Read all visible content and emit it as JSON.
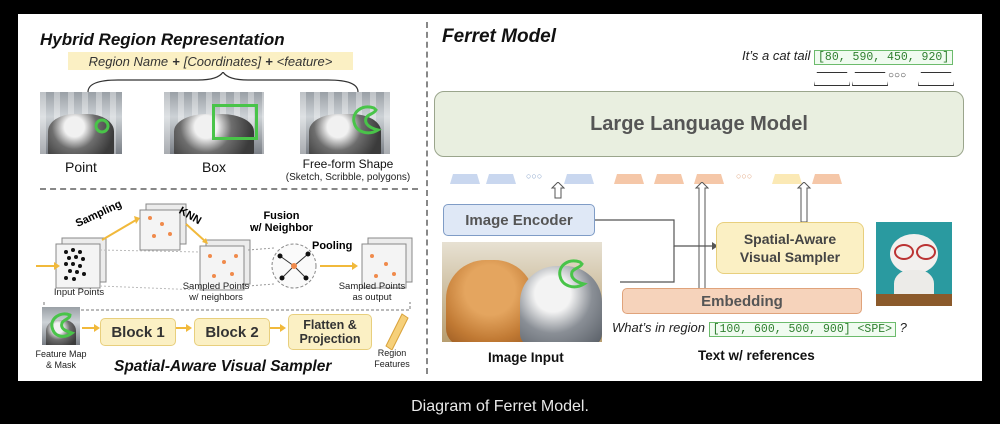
{
  "caption": "Diagram of Ferret Model.",
  "left": {
    "title": "Hybrid Region Representation",
    "formula": {
      "name": "Region Name",
      "plus1": "+",
      "coords": "[Coordinates]",
      "plus2": "+",
      "feature": "<feature>"
    },
    "examples": [
      {
        "label": "Point"
      },
      {
        "label": "Box"
      },
      {
        "label": "Free-form Shape",
        "sub": "(Sketch, Scribble, polygons)"
      }
    ],
    "sampler": {
      "title": "Spatial-Aware Visual Sampler",
      "sampling": "Sampling",
      "knn": "KNN",
      "fusion": "Fusion\nw/ Neighbor",
      "pooling": "Pooling",
      "input_points": "Input Points",
      "sampled_neighbors": "Sampled Points\nw/ neighbors",
      "sampled_output": "Sampled Points\nas output",
      "feature_map": "Feature Map\n& Mask",
      "block1": "Block 1",
      "block2": "Block 2",
      "flatten": "Flatten &\nProjection",
      "region_features": "Region\nFeatures"
    }
  },
  "right": {
    "title": "Ferret Model",
    "output_prefix": "It’s a cat tail",
    "output_coords": "[80, 590, 450, 920]",
    "llm": "Large Language Model",
    "image_encoder": "Image Encoder",
    "spatial_sampler": "Spatial-Aware\nVisual Sampler",
    "embedding": "Embedding",
    "query_prefix": "What’s in region",
    "query_coords": "[100, 600, 500, 900] <SPE>",
    "query_suffix": "?",
    "image_input": "Image Input",
    "text_refs": "Text w/ references",
    "ellipsis": "○○○"
  },
  "colors": {
    "blue_token": "#c9d7ef",
    "orange_token": "#f5c7a8",
    "yellow_token": "#fbe9b5",
    "green": "#49c449",
    "arrow_yellow": "#f1b93b"
  }
}
